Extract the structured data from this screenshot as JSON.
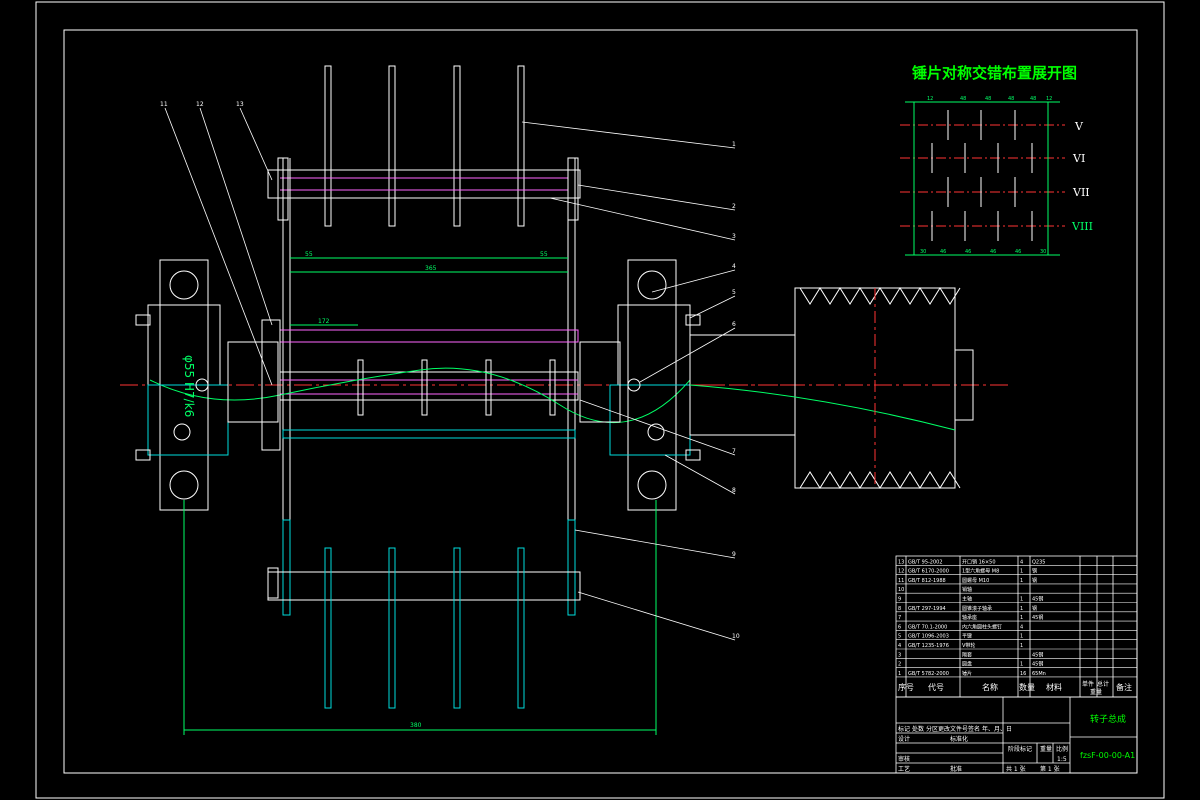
{
  "drawing": {
    "title": "锤片对称交错布置展开图",
    "balloons": [
      "1",
      "2",
      "3",
      "4",
      "5",
      "6",
      "7",
      "8",
      "9",
      "10",
      "11",
      "12",
      "13"
    ],
    "layout_rows": [
      "V",
      "VI",
      "VII",
      "VIII"
    ],
    "dimension_labels": {
      "top_left": "55",
      "top_span": "365",
      "top_right": "55",
      "mid_left": "172",
      "vertical_note": "φ55 H7/k6",
      "bottom_span": "380",
      "layout_top": [
        "12",
        "48",
        "48",
        "48",
        "48",
        "12"
      ],
      "layout_bottom": [
        "30",
        "46",
        "46",
        "46",
        "46",
        "30"
      ]
    }
  },
  "parts_list": {
    "rows": [
      {
        "no": "13",
        "code": "GB/T 95-2002",
        "name": "开口销 16×50",
        "qty": "4",
        "mat": "Q235"
      },
      {
        "no": "12",
        "code": "GB/T 6170-2000",
        "name": "1型六角螺母 M8",
        "qty": "1",
        "mat": "钢"
      },
      {
        "no": "11",
        "code": "GB/T 812-1988",
        "name": "圆螺母 M10",
        "qty": "1",
        "mat": "钢"
      },
      {
        "no": "10",
        "code": "",
        "name": "销轴",
        "qty": "",
        "mat": ""
      },
      {
        "no": "9",
        "code": "",
        "name": "主轴",
        "qty": "1",
        "mat": "45钢"
      },
      {
        "no": "8",
        "code": "GB/T 297-1994",
        "name": "圆锥滚子轴承",
        "qty": "1",
        "mat": "钢"
      },
      {
        "no": "7",
        "code": "",
        "name": "轴承座",
        "qty": "1",
        "mat": "45钢"
      },
      {
        "no": "6",
        "code": "GB/T 70.1-2000",
        "name": "内六角圆柱头螺钉",
        "qty": "4",
        "mat": ""
      },
      {
        "no": "5",
        "code": "GB/T 1096-2003",
        "name": "平键",
        "qty": "1",
        "mat": ""
      },
      {
        "no": "4",
        "code": "GB/T 1235-1976",
        "name": "V带轮",
        "qty": "1",
        "mat": ""
      },
      {
        "no": "3",
        "code": "",
        "name": "隔套",
        "qty": "",
        "mat": "45钢"
      },
      {
        "no": "2",
        "code": "",
        "name": "圆盘",
        "qty": "1",
        "mat": "45钢"
      },
      {
        "no": "1",
        "code": "GB/T 5782-2000",
        "name": "锤片",
        "qty": "16",
        "mat": "65Mn"
      }
    ],
    "header": {
      "no": "序号",
      "code": "代号",
      "name": "名称",
      "qty": "数量",
      "mat": "材料",
      "unit_wt": "单件",
      "total_wt": "总计",
      "weight": "重量",
      "note": "备注"
    }
  },
  "title_block": {
    "drawing_name": "转子总成",
    "drawing_no": "fzsF-00-00-A1",
    "design": "设计",
    "standard": "标准化",
    "review": "审核",
    "process": "工艺",
    "approve": "批准",
    "stage_mark": "阶段标记",
    "weight": "重量",
    "scale": "比例",
    "scale_value": "1:5",
    "sheet": "共 1 张",
    "sheet_no": "第 1 张",
    "marks": "标记",
    "count": "处数",
    "zone": "分区",
    "change_doc": "更改文件号",
    "signature": "签名",
    "date": "年、月、日"
  },
  "colors": {
    "background": "#000000",
    "line": "#ffffff",
    "center": "#ff3333",
    "hidden": "#ff66ff",
    "dimension": "#00ff66",
    "hatch": "#00dddd",
    "title": "#00ff00"
  }
}
